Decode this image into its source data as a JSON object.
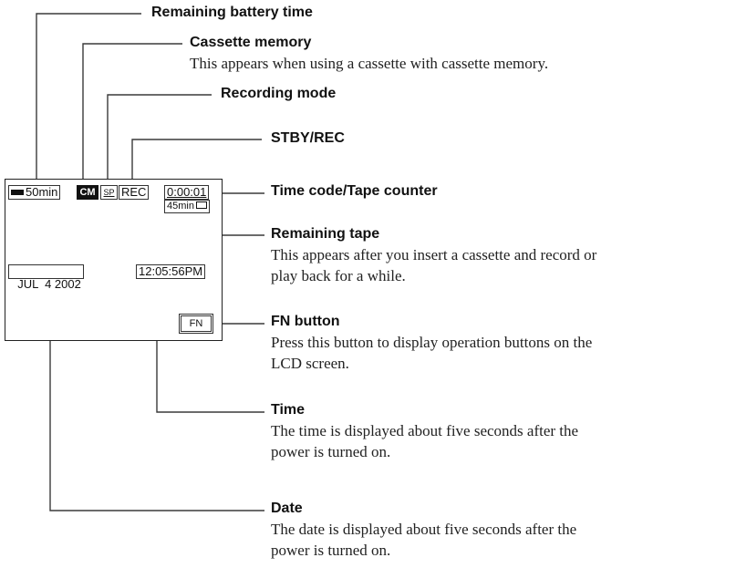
{
  "screen": {
    "battery": "50min",
    "cassette_memory": "CM",
    "rec_mode": "SP",
    "stby_rec": "REC",
    "time_code": "0:00:01",
    "remaining_tape": "45min",
    "date": "JUL  4 2002",
    "time": "12:05:56PM",
    "fn_button": "FN"
  },
  "callouts": {
    "battery": {
      "label": "Remaining battery time"
    },
    "cassette_memory": {
      "label": "Cassette memory",
      "desc": "This appears when using a cassette with cassette memory."
    },
    "rec_mode": {
      "label": "Recording mode"
    },
    "stby_rec": {
      "label": "STBY/REC"
    },
    "time_code": {
      "label": "Time code/Tape counter"
    },
    "remaining_tape": {
      "label": "Remaining tape",
      "desc_line1": "This appears after you insert a cassette and record or",
      "desc_line2": "play back for a while."
    },
    "fn_button": {
      "label": "FN button",
      "desc_line1": "Press this button to display operation buttons on the",
      "desc_line2": "LCD screen."
    },
    "time": {
      "label": "Time",
      "desc_line1": "The time is displayed about five seconds after the",
      "desc_line2": "power is turned on."
    },
    "date": {
      "label": "Date",
      "desc_line1": "The date is displayed about five seconds after the",
      "desc_line2": "power is turned on."
    }
  }
}
